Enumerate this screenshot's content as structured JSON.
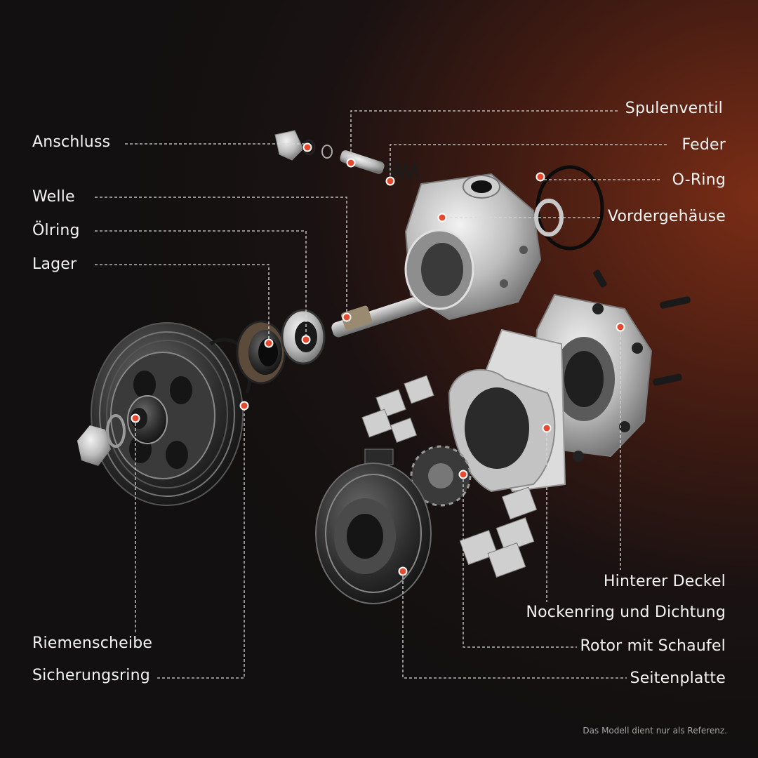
{
  "labels": {
    "anschluss": "Anschluss",
    "welle": "Welle",
    "oelring": "Ölring",
    "lager": "Lager",
    "riemenscheibe": "Riemenscheibe",
    "sicherungsring": "Sicherungsring",
    "spulenventil": "Spulenventil",
    "feder": "Feder",
    "oring": "O-Ring",
    "vordergehaeuse": "Vordergehäuse",
    "hinterer_deckel": "Hinterer Deckel",
    "nockenring": "Nockenring und Dichtung",
    "rotor": "Rotor mit Schaufel",
    "seitenplatte": "Seitenplatte"
  },
  "footnote": "Das Modell dient nur als Referenz.",
  "colors": {
    "marker": "#e64a2e",
    "leader": "#d8d8d8",
    "metal": "#c9c9c9",
    "dark_metal": "#2a2a2a"
  }
}
